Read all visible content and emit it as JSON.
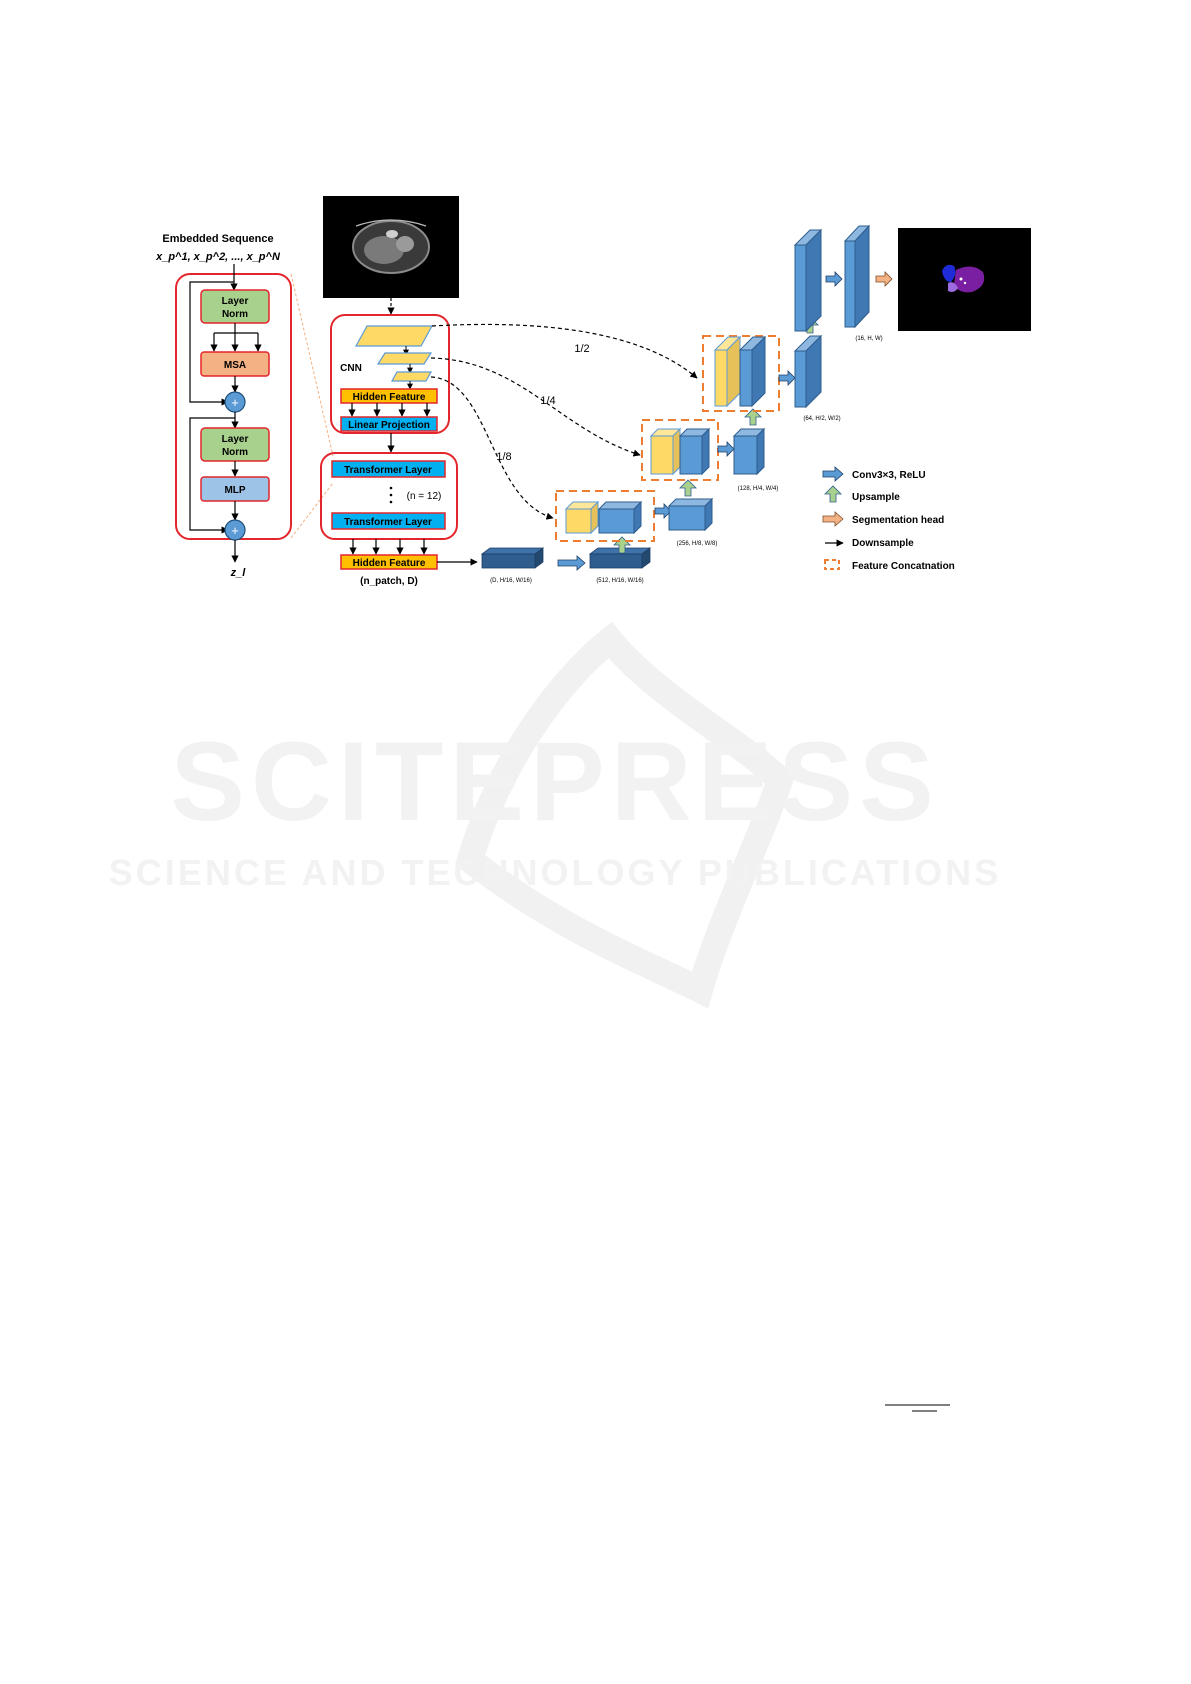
{
  "left_block": {
    "title": "Embedded Sequence",
    "sequence": "x_p^1, x_p^2, ..., x_p^N",
    "layer_norm_line1": "Layer",
    "layer_norm_line2": "Norm",
    "msa": "MSA",
    "mlp": "MLP",
    "add_symbol": "+",
    "output": "z_l"
  },
  "encoder": {
    "cnn_label": "CNN",
    "hidden_feature": "Hidden Feature",
    "linear_projection": "Linear Projection",
    "transformer_layer": "Transformer Layer",
    "repeat_label": "(n = 12)",
    "output_shape": "(n_patch, D)"
  },
  "skips": {
    "half": "1/2",
    "quarter": "1/4",
    "eighth": "1/8"
  },
  "shapes": {
    "s1": "(D, H/16, W/16)",
    "s2": "(512, H/16, W/16)",
    "s3": "(256, H/8, W/8)",
    "s4": "(128, H/4, W/4)",
    "s5": "(64, H/2, W/2)",
    "s6": "(16, H, W)"
  },
  "legend": {
    "conv": "Conv3×3, ReLU",
    "upsample": "Upsample",
    "seghead": "Segmentation head",
    "downsample": "Downsample",
    "concat": "Feature Concatnation"
  },
  "colors": {
    "red_outline": "#e3262b",
    "green_block": "#a9d18e",
    "orange_block": "#f4b183",
    "blue_block": "#9dc3e6",
    "yellow": "#ffd966",
    "cyan": "#00b0f0",
    "dark_blue": "#2e5d8e",
    "mid_blue": "#5b9bd5"
  },
  "watermark": {
    "main": "SCITEPRESS",
    "sub": "SCIENCE AND TECHNOLOGY PUBLICATIONS"
  }
}
